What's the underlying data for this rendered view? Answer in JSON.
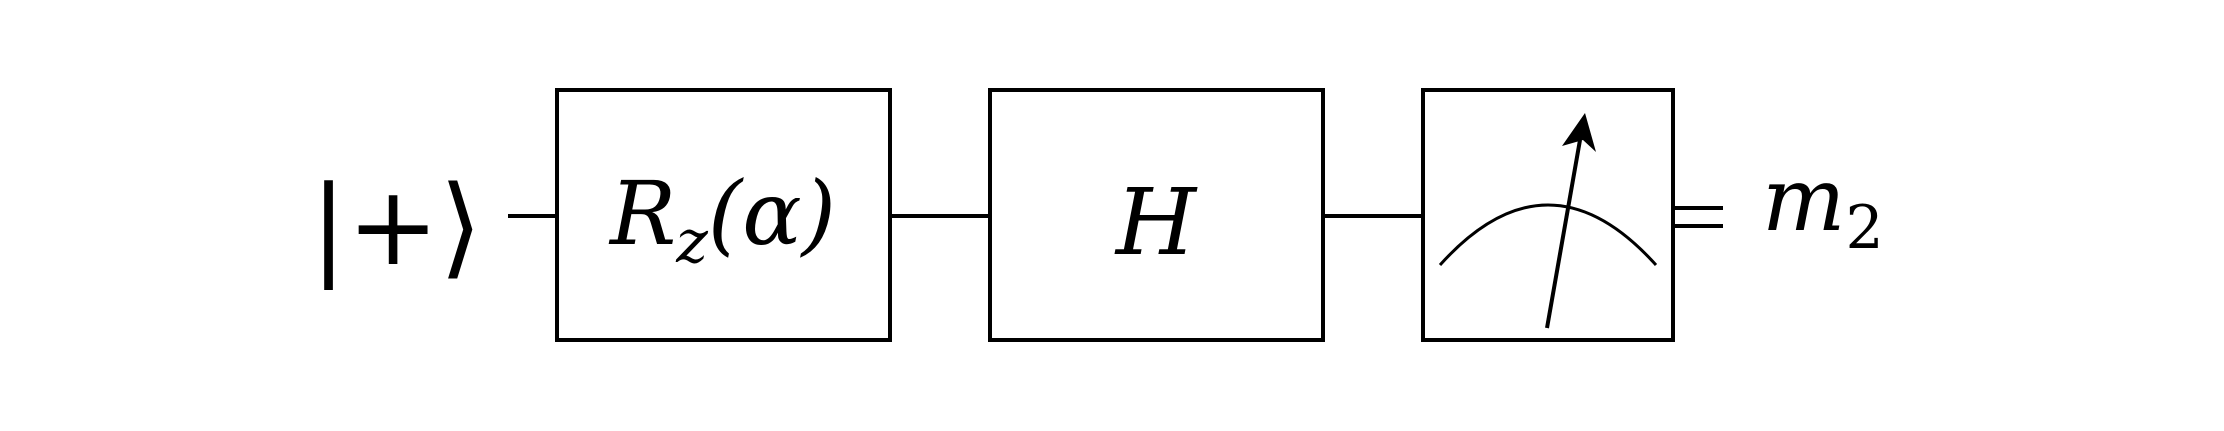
{
  "diagram": {
    "input_state": "|+⟩",
    "gates": [
      {
        "symbol": "R",
        "subscript": "z",
        "argument": "(α)"
      },
      {
        "symbol": "H"
      }
    ],
    "measurement": {
      "icon": "meter-icon"
    },
    "output": {
      "symbol": "m",
      "subscript": "2"
    },
    "colors": {
      "stroke": "#000000",
      "background": "#ffffff"
    }
  }
}
